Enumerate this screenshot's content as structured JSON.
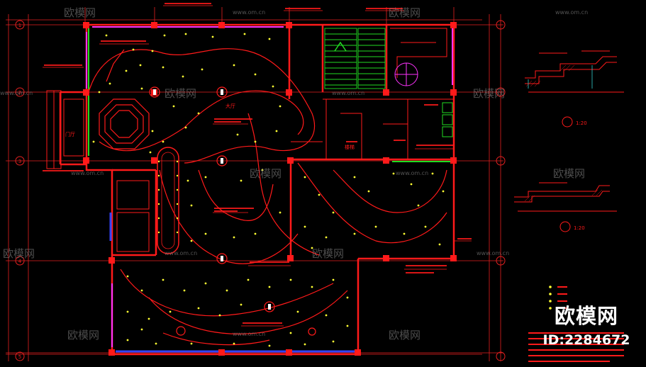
{
  "drawing": {
    "axis_labels_left": [
      "1",
      "2",
      "3",
      "4",
      "5"
    ],
    "hall_label": "大厅",
    "stair_label": "楼梯",
    "door_label": "门厅",
    "detail_scale_1": "1:20",
    "detail_scale_2": "1:20",
    "colors": {
      "background": "#000000",
      "wall": "#ff1a1a",
      "dim": "#e52020",
      "lamp": "#ffff33",
      "accent": "#ff33ff",
      "green": "#22dd22",
      "blue": "#3344ff",
      "white": "#ffffff",
      "cyan": "#33cccc"
    }
  },
  "watermark": {
    "site": "www.om.cn",
    "brand_small": "欧模网",
    "brand": "欧模网",
    "id": "ID:2284672"
  }
}
